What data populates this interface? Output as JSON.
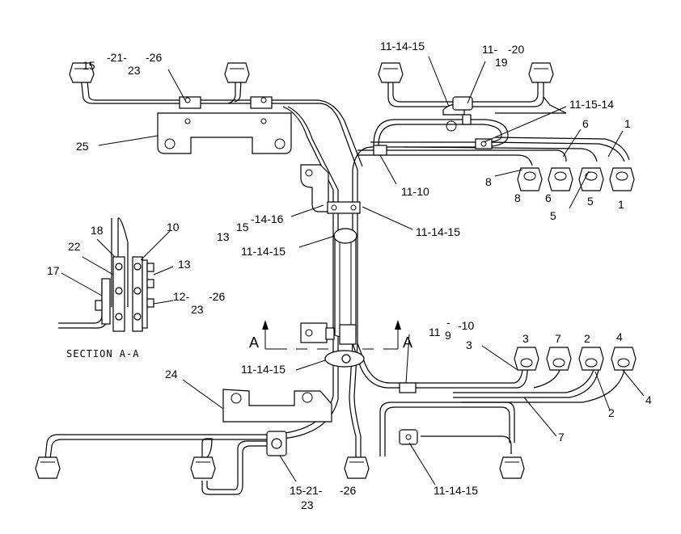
{
  "labels": {
    "tl_15": "15",
    "tl_21": "-21-",
    "tl_23": "23",
    "tl_26": "-26",
    "p25": "25",
    "tc_111415": "11-14-15",
    "tc_11": "11-",
    "tc_19": "19",
    "tc_20": "-20",
    "r_111514": "11-15-14",
    "r_6": "6",
    "r_1": "1",
    "r_8": "8",
    "r_8b": "8",
    "r_6b": "6",
    "r_5": "5",
    "r_1b": "1",
    "r_5b": "5",
    "c_1110": "11-10",
    "c_13": "13",
    "c_15": "15",
    "c_1416": "-14-16",
    "c_111415a": "11-14-15",
    "c_111415b": "11-14-15",
    "s_18": "18",
    "s_10": "10",
    "s_22": "22",
    "s_13": "13",
    "s_17": "17",
    "s_12": "12-",
    "s_23": "23",
    "s_26": "-26",
    "section": "SECTION  A-A",
    "a_left": "A",
    "a_right": "A",
    "m_11": "11",
    "m_9": "9",
    "m_dash": "-",
    "m_10": "-10",
    "m_3": "3",
    "b_3": "3",
    "b_7": "7",
    "b_2": "2",
    "b_4": "4",
    "b_111415": "11-14-15",
    "b_24": "24",
    "b_4r": "4",
    "b_2r": "2",
    "b_7r": "7",
    "bot_1521": "15-21-",
    "bot_23": "23",
    "bot_26": "-26",
    "bot_111415": "11-14-15"
  }
}
